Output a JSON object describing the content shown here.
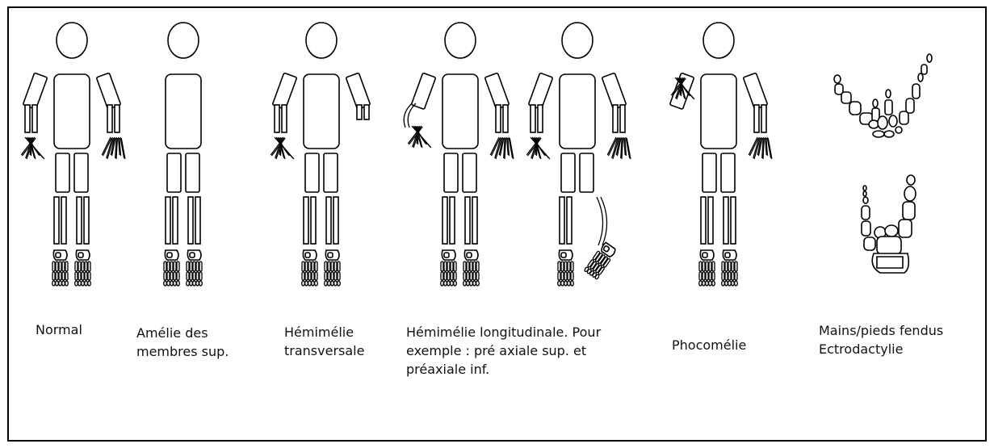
{
  "figure": {
    "captions": [
      "Normal",
      "Amélie des\nmembres sup.",
      "Hémimélie\ntransversale",
      "Hémimélie longitudinale. Pour\nexemple : pré axiale sup. et\npréaxiale inf.",
      "Phocomélie",
      "Mains/pieds fendus\nEctrodactylie"
    ],
    "figures": [
      {
        "id": "normal",
        "variant": "normal"
      },
      {
        "id": "amelie",
        "variant": "no-upper-limbs"
      },
      {
        "id": "hemimelie-transversale",
        "variant": "left-hand-missing"
      },
      {
        "id": "hemimelie-longitudinale-sup",
        "variant": "right-arm-curved"
      },
      {
        "id": "hemimelie-longitudinale-inf",
        "variant": "left-leg-curved"
      },
      {
        "id": "phocomelie",
        "variant": "right-hand-at-shoulder"
      }
    ],
    "ectrodactylie_drawings": [
      "split-hand",
      "split-foot"
    ]
  }
}
